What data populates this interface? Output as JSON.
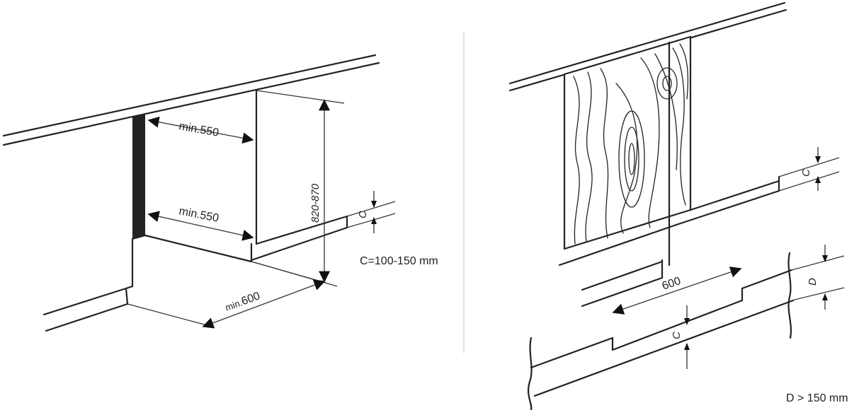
{
  "left_diagram": {
    "dim_depth_top": "min.550",
    "dim_depth_bottom": "min.550",
    "dim_height": "820-870",
    "dim_c": "C",
    "dim_width_prefix": "min.",
    "dim_width_value": "600",
    "note": "C=100-150 mm"
  },
  "right_diagram": {
    "dim_c_top": "C",
    "dim_width": "600",
    "dim_d": "D",
    "dim_c_bottom": "C",
    "note": "D > 150 mm"
  }
}
